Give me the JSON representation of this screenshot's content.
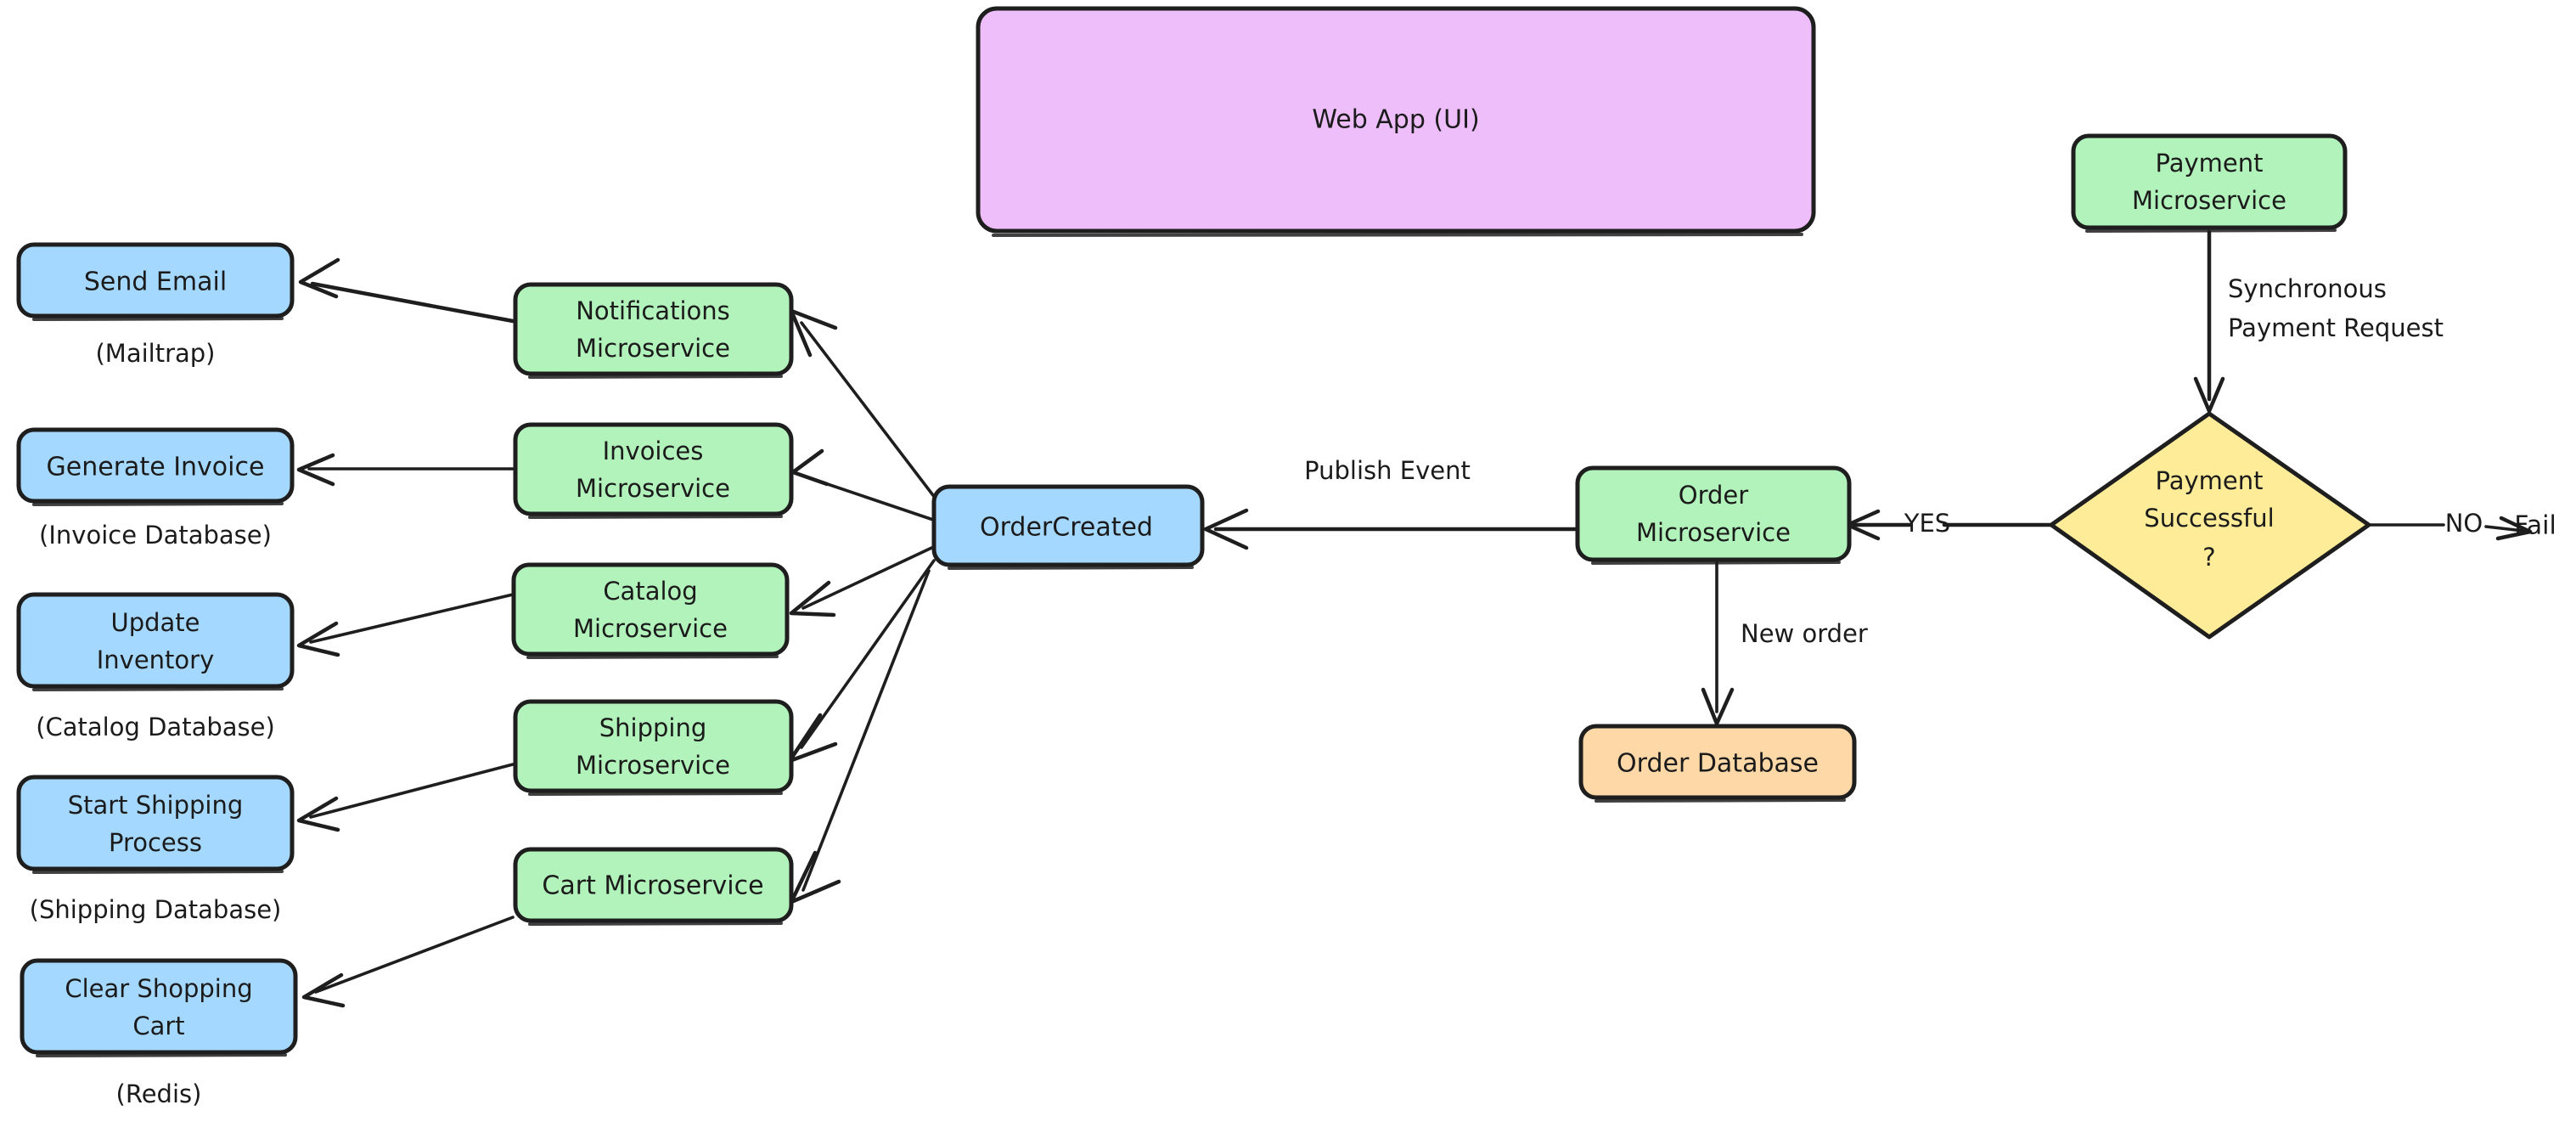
{
  "diagram": {
    "title": "E-commerce Microservices Order Flow",
    "background": "#ffffff",
    "palette": {
      "blue": "#A5D8FF",
      "green": "#B2F2BB",
      "yellow": "#FFEC99",
      "orange": "#FFD8A8",
      "purple": "#EEBEFA",
      "stroke": "#1e1e1e",
      "text": "#1b1b1b"
    },
    "nodes": {
      "web_app": {
        "label": "Web App (UI)",
        "color": "#EEBEFA",
        "shape": "rounded-rect"
      },
      "payment_microservice": {
        "label_line1": "Payment",
        "label_line2": "Microservice",
        "color": "#B2F2BB",
        "shape": "rounded-rect"
      },
      "payment_successful": {
        "label_line1": "Payment",
        "label_line2": "Successful",
        "label_line3": "?",
        "color": "#FFEC99",
        "shape": "diamond"
      },
      "fail": {
        "label": "Fail",
        "color": "none",
        "shape": "text"
      },
      "order_microservice": {
        "label_line1": "Order",
        "label_line2": "Microservice",
        "color": "#B2F2BB",
        "shape": "rounded-rect"
      },
      "order_database": {
        "label": "Order Database",
        "color": "#FFD8A8",
        "shape": "rounded-rect"
      },
      "order_created": {
        "label": "OrderCreated",
        "color": "#A5D8FF",
        "shape": "rounded-rect"
      },
      "notifications_microservice": {
        "label_line1": "Notifications",
        "label_line2": "Microservice",
        "color": "#B2F2BB",
        "shape": "rounded-rect"
      },
      "invoices_microservice": {
        "label_line1": "Invoices",
        "label_line2": "Microservice",
        "color": "#B2F2BB",
        "shape": "rounded-rect"
      },
      "catalog_microservice": {
        "label_line1": "Catalog",
        "label_line2": "Microservice",
        "color": "#B2F2BB",
        "shape": "rounded-rect"
      },
      "shipping_microservice": {
        "label_line1": "Shipping",
        "label_line2": "Microservice",
        "color": "#B2F2BB",
        "shape": "rounded-rect"
      },
      "cart_microservice": {
        "label": "Cart Microservice",
        "color": "#B2F2BB",
        "shape": "rounded-rect"
      },
      "send_email": {
        "label": "Send Email",
        "color": "#A5D8FF",
        "shape": "rounded-rect",
        "caption": "(Mailtrap)"
      },
      "generate_invoice": {
        "label": "Generate Invoice",
        "color": "#A5D8FF",
        "shape": "rounded-rect",
        "caption": "(Invoice Database)"
      },
      "update_inventory": {
        "label_line1": "Update",
        "label_line2": "Inventory",
        "color": "#A5D8FF",
        "shape": "rounded-rect",
        "caption": "(Catalog Database)"
      },
      "start_shipping_process": {
        "label_line1": "Start Shipping",
        "label_line2": "Process",
        "color": "#A5D8FF",
        "shape": "rounded-rect",
        "caption": "(Shipping Database)"
      },
      "clear_shopping_cart": {
        "label_line1": "Clear Shopping",
        "label_line2": "Cart",
        "color": "#A5D8FF",
        "shape": "rounded-rect",
        "caption": "(Redis)"
      }
    },
    "edge_labels": {
      "synchronous_payment_request_line1": "Synchronous",
      "synchronous_payment_request_line2": "Payment Request",
      "yes": "YES",
      "no": "NO",
      "publish_event": "Publish Event",
      "new_order": "New order"
    },
    "edges": [
      {
        "from": "payment_microservice",
        "to": "payment_successful",
        "label": "Synchronous Payment Request"
      },
      {
        "from": "payment_successful",
        "to": "order_microservice",
        "label": "YES"
      },
      {
        "from": "payment_successful",
        "to": "fail",
        "label": "NO"
      },
      {
        "from": "order_microservice",
        "to": "order_created",
        "label": "Publish Event"
      },
      {
        "from": "order_microservice",
        "to": "order_database",
        "label": "New order"
      },
      {
        "from": "order_created",
        "to": "notifications_microservice",
        "label": ""
      },
      {
        "from": "order_created",
        "to": "invoices_microservice",
        "label": ""
      },
      {
        "from": "order_created",
        "to": "catalog_microservice",
        "label": ""
      },
      {
        "from": "order_created",
        "to": "shipping_microservice",
        "label": ""
      },
      {
        "from": "order_created",
        "to": "cart_microservice",
        "label": ""
      },
      {
        "from": "notifications_microservice",
        "to": "send_email",
        "label": ""
      },
      {
        "from": "invoices_microservice",
        "to": "generate_invoice",
        "label": ""
      },
      {
        "from": "catalog_microservice",
        "to": "update_inventory",
        "label": ""
      },
      {
        "from": "shipping_microservice",
        "to": "start_shipping_process",
        "label": ""
      },
      {
        "from": "cart_microservice",
        "to": "clear_shopping_cart",
        "label": ""
      }
    ]
  }
}
